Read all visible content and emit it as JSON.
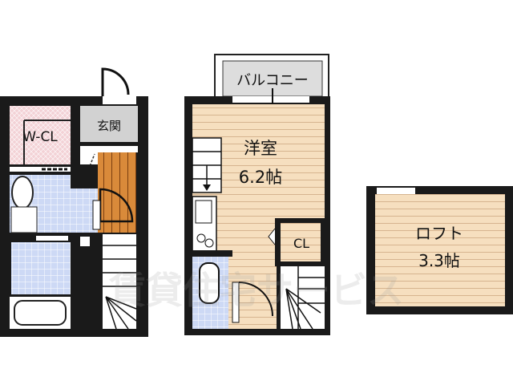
{
  "rooms": {
    "wcl": "W-CL",
    "genkan": "玄関",
    "balcony": "バルコニー",
    "western_room_name": "洋室",
    "western_room_size": "6.2帖",
    "closet": "CL",
    "loft_name": "ロフト",
    "loft_size": "3.3帖"
  },
  "watermark": "賃貸住宅サービス",
  "colors": {
    "wall": "#1a1a1a",
    "floor_wood": "#f6dfbf",
    "stair_orange": "#d98a3a",
    "tile_blue": "#cdd9f5",
    "closet_pink": "#f3d2d6",
    "genkan_gray": "#d2d2d2"
  }
}
